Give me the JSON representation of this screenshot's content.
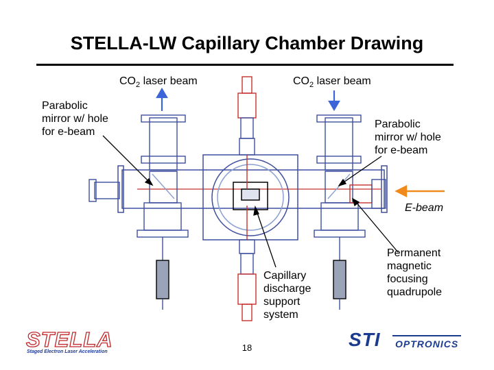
{
  "slide": {
    "title": "STELLA-LW Capillary Chamber Drawing",
    "page_number": "18"
  },
  "labels": {
    "co2_left_main": "CO",
    "co2_left_sub": "2",
    "co2_left_rest": " laser beam",
    "co2_right_main": "CO",
    "co2_right_sub": "2",
    "co2_right_rest": " laser beam",
    "mirror_left": [
      "Parabolic",
      "mirror w/ hole",
      "for e-beam"
    ],
    "mirror_right": [
      "Parabolic",
      "mirror w/ hole",
      "for e-beam"
    ],
    "ebeam": "E-beam",
    "capillary": [
      "Capillary",
      "discharge",
      "support",
      "system"
    ],
    "quadrupole": [
      "Permanent",
      "magnetic",
      "focusing",
      "quadrupole"
    ]
  },
  "logos": {
    "stella_text": "STELLA",
    "stella_subtitle": "Staged Electron Laser Acceleration",
    "sti_text": "STI",
    "optronics_text": "OPTRONICS"
  },
  "colors": {
    "arrow_blue": "#3a64d8",
    "arrow_orange": "#f08a1a",
    "drawing_blue": "#3d4e9e",
    "drawing_red": "#c8302c"
  }
}
